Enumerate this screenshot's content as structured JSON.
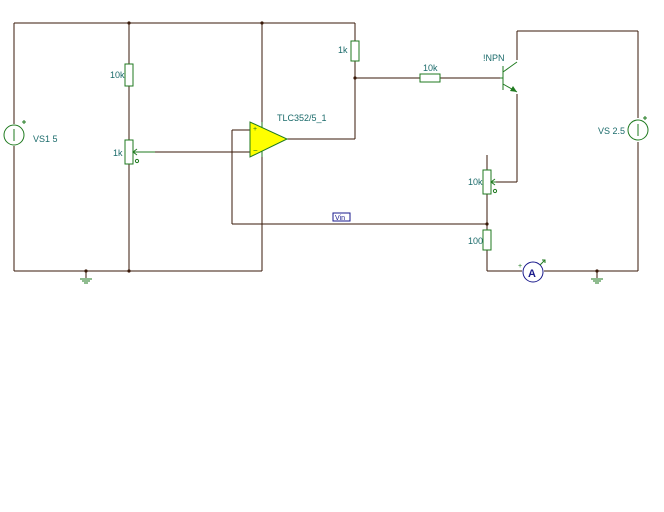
{
  "labels": {
    "vs1": "VS1 5",
    "r_top_left": "10k",
    "pot_left": "1k",
    "opamp": "TLC352/5_1",
    "r_pullup": "1k",
    "r_base": "10k",
    "transistor": "!NPN",
    "vs2": "VS 2.5",
    "pot_right": "10k",
    "r_sense": "100",
    "probe": "Vin",
    "ammeter": "A"
  },
  "colors": {
    "wire": "#3a1a0a",
    "component": "#1f7a1f",
    "label": "#1b6b6b",
    "opamp_fill": "#ffff00",
    "probe_border": "#1a1a8c",
    "ammeter": "#1a1a8c"
  }
}
